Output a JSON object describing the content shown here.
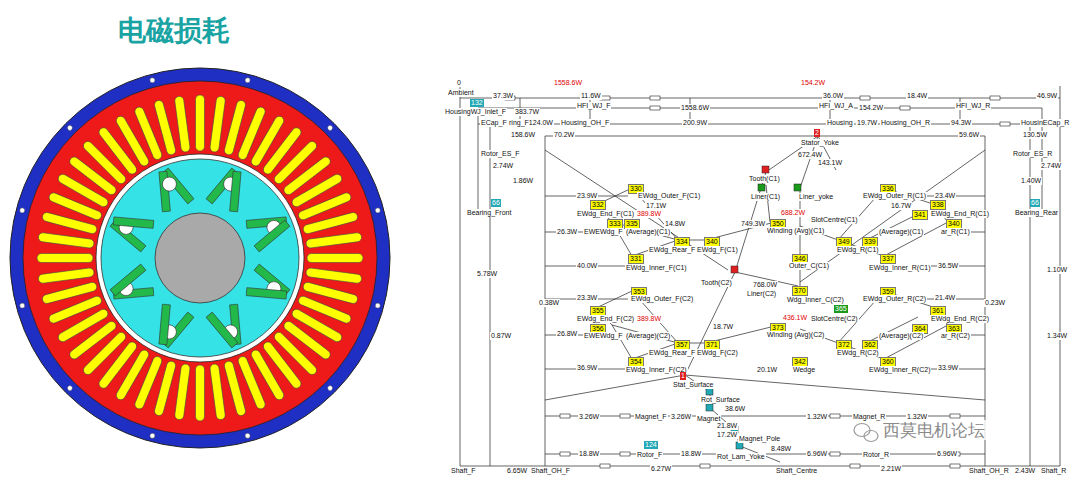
{
  "diagram": {
    "title": "电磁损耗",
    "labels": [
      "0",
      "Ambient",
      "1558.6W",
      "154.2W",
      "37.3W",
      "11.6W",
      "36.0W",
      "18.4W",
      "46.9W",
      "132",
      "HousingWJ_Inlet_F",
      "383.7W",
      "HFI_WJ_F",
      "1558.6W",
      "HFI_WJ_A",
      "154.2W",
      "HFI_WJ_R",
      "ECap_F",
      "ring_F124.0W",
      "Housing_OH_F",
      "200.9W",
      "Housing",
      "19.7W",
      "Housing_OH_R",
      "94.3W",
      "HousinECap_R",
      "158.6W",
      "70.2W",
      "2",
      "Stator_Yoke",
      "59.6W",
      "130.5W",
      "672.4W",
      "143.1W",
      "Rotor_ES_F",
      "2.74W",
      "Rotor_ES_R",
      "2.74W",
      "1.86W",
      "1.40W",
      "Tooth(C1)",
      "Liner(C1)",
      "Liner_yoke",
      "330",
      "23.9W",
      "EWdg_Outer_F(C1)",
      "17.1W",
      "336",
      "EWdg_Outer_R(C1)",
      "23.4W",
      "66",
      "Bearing_Front",
      "66",
      "Bearing_Rear",
      "332",
      "EWdg_End_F(C1)",
      "389.8W",
      "16.7W",
      "338",
      "EWdg_End_R(C1)",
      "341",
      "688.2W",
      "SlotCentre(C1)",
      "14.8W",
      "333",
      "335",
      "749.3W",
      "350",
      "Winding (Avg)(C1)",
      "340",
      "26.3W",
      "EWEWdg_F",
      "(Average)(C1)",
      "(Average)(C1)",
      "ar_R(C1)",
      "334",
      "340",
      "349",
      "339",
      "EWdg_Rear_F",
      "EWdg_F(C1)",
      "EWdg_R(C1)",
      "331",
      "346",
      "337",
      "40.0W",
      "EWdg_Inner_F(C1)",
      "Outer_C(C1)",
      "EWdg_Inner_R(C1)",
      "36.5W",
      "5.78W",
      "1.10W",
      "Tooth(C2)",
      "768.0W",
      "Liner(C2)",
      "370",
      "Wdg_Inner_C(C2)",
      "353",
      "23.3W",
      "EWdg_Outer_F(C2)",
      "359",
      "EWdg_Outer_R(C2)",
      "21.4W",
      "0.38W",
      "0.23W",
      "355",
      "EWdg_End_F(C2)",
      "389.8W",
      "365",
      "SlotCentre(C2)",
      "361",
      "EWdg_End_R(C2)",
      "436.1W",
      "18.7W",
      "356",
      "373",
      "364",
      "363",
      "26.8W",
      "EWEWdg_F",
      "(Average)(C2)",
      "Winding (Avg)(C2)",
      "(Average)(C2)",
      "ar_R(C2)",
      "0.87W",
      "1.34W",
      "357",
      "371",
      "372",
      "362",
      "EWdg_Rear_F",
      "EWdg_F(C2)",
      "EWdg_R(C2)",
      "354",
      "342",
      "360",
      "36.9W",
      "EWdg_Inner_F(C2)",
      "Wedge",
      "20.1W",
      "EWdg_Inner_R(C2)",
      "33.9W",
      "1",
      "Stat_Surface",
      "Rot_Surface",
      "38.6W",
      "3.26W",
      "Magnet_F",
      "3.26W",
      "Magnet",
      "Magnet_R",
      "1.32W",
      "1.32W",
      "21.8W",
      "17.2W",
      "Magnet_Pole",
      "124",
      "8.48W",
      "18.8W",
      "Rotor_F",
      "18.8W",
      "Rot_Lam_Yoke",
      "6.96W",
      "Rotor_R",
      "6.96W",
      "Shaft_F",
      "6.65W",
      "Shaft_OH_F",
      "6.27W",
      "Shaft_Centre",
      "2.21W",
      "Shaft_OH_R",
      "2.43W",
      "Shaft_R",
      "西莫电机论坛"
    ]
  }
}
